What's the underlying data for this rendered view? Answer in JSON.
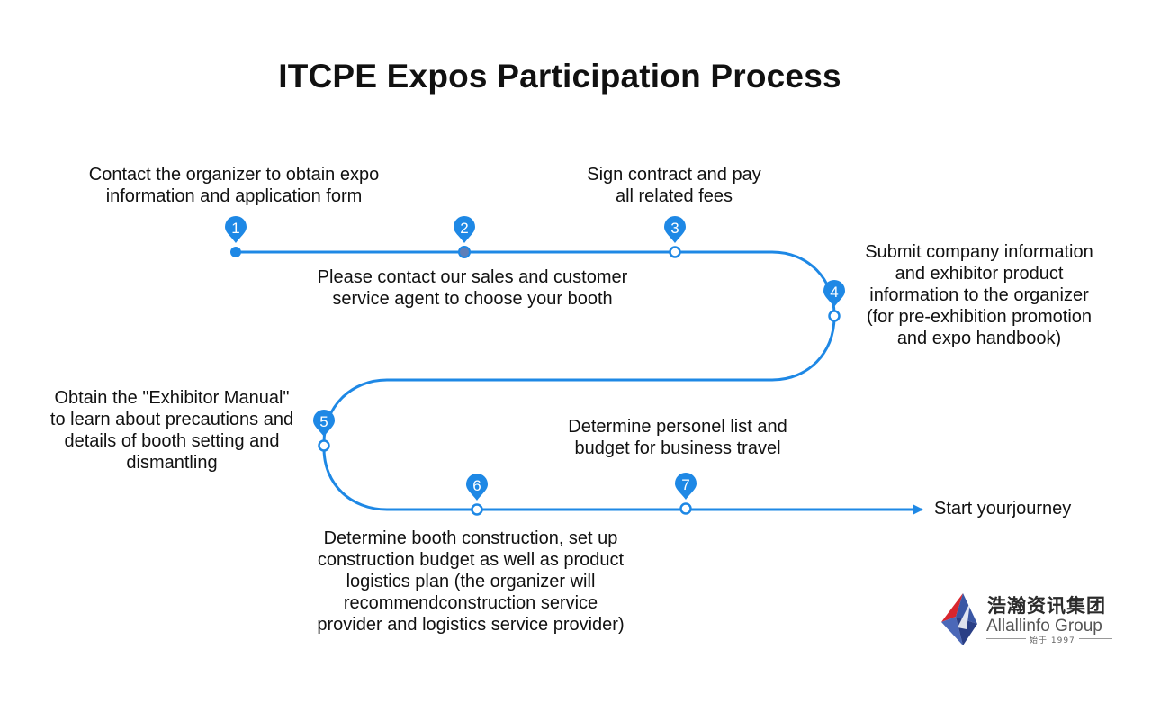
{
  "title": "ITCPE Expos Participation Process",
  "steps": [
    {
      "number": "1",
      "text": [
        "Contact the organizer to obtain expo",
        "information and application form"
      ]
    },
    {
      "number": "2",
      "text": [
        "Please contact our sales and customer",
        "service agent to choose your booth"
      ]
    },
    {
      "number": "3",
      "text": [
        "Sign contract and pay",
        "all related fees"
      ]
    },
    {
      "number": "4",
      "text": [
        "Submit company information",
        "and exhibitor product",
        "information to the organizer",
        "(for pre-exhibition promotion",
        "and expo handbook)"
      ]
    },
    {
      "number": "5",
      "text": [
        "Obtain the \"Exhibitor Manual\"",
        "to learn about precautions and",
        "details of booth setting and",
        "dismantling"
      ]
    },
    {
      "number": "6",
      "text": [
        "Determine booth construction, set up",
        "construction budget as well as product",
        "logistics plan (the organizer will",
        "recommendconstruction service",
        "provider and logistics service provider)"
      ]
    },
    {
      "number": "7",
      "text": [
        "Determine personel list and",
        "budget for business travel"
      ]
    }
  ],
  "end_label": "Start yourjourney",
  "logo": {
    "name_cn": "浩瀚资讯集团",
    "name_en": "Allallinfo Group",
    "since": "始于 1997"
  },
  "colors": {
    "path": "#1e88e5",
    "pin": "#1e88e5",
    "text": "#111111"
  }
}
